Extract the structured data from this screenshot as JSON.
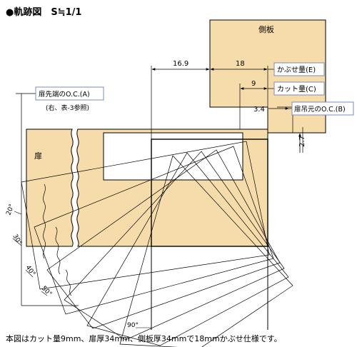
{
  "heading": "●軌跡図　S≒1/1",
  "footnote": "本図はカット量9mm、扉厚34mm、側板厚34mmで18mmかぶせ仕様です。",
  "labels": {
    "side_panel": "側板",
    "door": "扉",
    "overlay": "かぶせ量(E)",
    "cut": "カット量(C)",
    "door_tip_oc": "扉先端のO.C.(A)",
    "door_tip_oc_note": "(右、表-3参照)",
    "door_base_oc": "扉吊元のO.C.(B)"
  },
  "dimensions": {
    "d169": "16.9",
    "d18": "18",
    "d9": "9",
    "d34": "3.4",
    "d27": "2.7"
  },
  "angles": {
    "a20": "20°",
    "a30": "30°",
    "a40": "40°",
    "a50": "50°",
    "a90": "90°"
  },
  "colors": {
    "panel_fill": "#f6dcab",
    "line": "#000000",
    "label_box_border": "#7a8cb8"
  }
}
